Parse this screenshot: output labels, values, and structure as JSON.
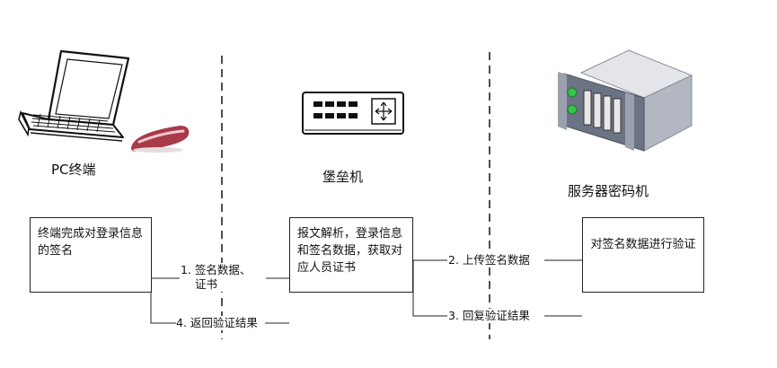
{
  "nodes": {
    "pc": {
      "caption": "PC终端"
    },
    "bastion": {
      "caption": "堡垒机"
    },
    "server": {
      "caption": "服务器密码机"
    }
  },
  "boxes": {
    "terminal": "终端完成对登录信息的签名",
    "bastion": "报文解析，登录信息和签名数据，获取对应人员证书",
    "server": "对签名数据进行验证"
  },
  "edges": {
    "e1": {
      "line1": "1. 签名数据、",
      "line2": "证书"
    },
    "e2": "2. 上传签名数据",
    "e3": "3. 回复验证结果",
    "e4": "4. 返回验证结果"
  },
  "colors": {
    "line": "#222222",
    "usb_key": "#a83a4a",
    "server_body": "#c9ccd4",
    "server_face": "#6c7384",
    "led": "#37c44a"
  }
}
